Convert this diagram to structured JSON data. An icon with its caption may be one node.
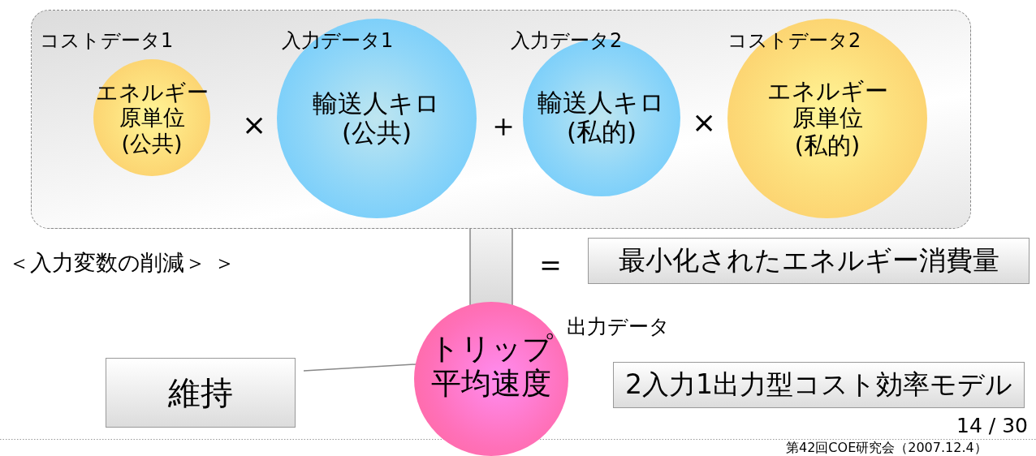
{
  "diagram": {
    "nodes": [
      {
        "text": [],
        "shape": "box"
      },
      {
        "text": [
          "コストデータ1",
          "エネルギー原単位(公共)"
        ],
        "in": 0
      },
      {
        "text": [
          "入力データ1",
          "輸送人キロ(公共)"
        ],
        "in": 0
      },
      {
        "text": [
          "入力データ2",
          "輸送人キロ(私的)"
        ],
        "in": 0
      },
      {
        "text": [
          "コストデータ2",
          "エネルギー原単位(私的)"
        ],
        "in": 0
      },
      {
        "text": [
          "最小化されたエネルギー消費量"
        ]
      },
      {
        "text": [
          "トリップ平均速度"
        ],
        "beside": [
          "出力データ"
        ]
      },
      {
        "text": [
          "維持"
        ]
      },
      {
        "text": [
          "2入力1出力型コスト効率モデル"
        ]
      }
    ],
    "edges": [
      {
        "from": 0,
        "to": 6,
        "arrow": "none",
        "style": "thick"
      },
      {
        "from": 7,
        "to": 6,
        "arrow": "none"
      }
    ],
    "labels": [
      "×",
      "＋",
      "×",
      "＜入力変数の削減＞ ＞",
      "＝",
      "14 / 30",
      "第42回COE研究会（2007.12.4）"
    ]
  }
}
